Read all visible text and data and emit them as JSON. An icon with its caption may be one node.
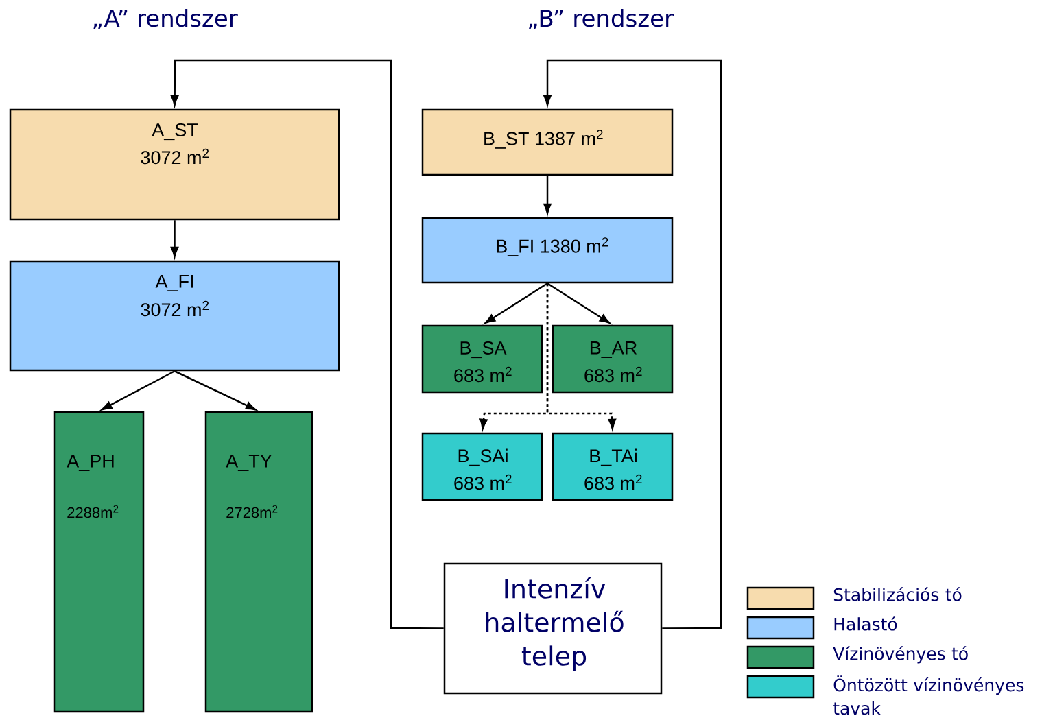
{
  "diagram": {
    "nodes": [
      {
        "text": [
          "A_ST",
          "3072 m$^{2}$"
        ]
      },
      {
        "text": [
          "A_FI",
          "3072 m$^{2}$"
        ]
      },
      {
        "text": [
          "A_PH",
          "2288m$^{2}$"
        ]
      },
      {
        "text": [
          "A_TY",
          "2728m$^{2}$"
        ]
      },
      {
        "text": [
          "B_ST 1387 m$^{2}$"
        ]
      },
      {
        "text": [
          "B_FI 1380 m$^{2}$"
        ]
      },
      {
        "text": [
          "B_SA",
          "683 m$^{2}$"
        ]
      },
      {
        "text": [
          "B_AR",
          "683 m$^{2}$"
        ]
      },
      {
        "text": [
          "B_SAi",
          "683 m$^{2}$"
        ]
      },
      {
        "text": [
          "B_TAi",
          "683 m$^{2}$"
        ]
      },
      {
        "text": [
          "Intenzív haltermelő telep"
        ]
      }
    ],
    "edges": [
      {
        "from": 10,
        "to": 0,
        "arrow": "to"
      },
      {
        "from": 10,
        "to": 4,
        "arrow": "to"
      },
      {
        "from": 0,
        "to": 1,
        "arrow": "to"
      },
      {
        "from": 1,
        "to": 2,
        "arrow": "to"
      },
      {
        "from": 1,
        "to": 3,
        "arrow": "to"
      },
      {
        "from": 4,
        "to": 5,
        "arrow": "to"
      },
      {
        "from": 5,
        "to": 6,
        "arrow": "to"
      },
      {
        "from": 5,
        "to": 7,
        "arrow": "to"
      },
      {
        "from": 5,
        "to": 8,
        "arrow": "to",
        "style": "dashed"
      },
      {
        "from": 5,
        "to": 9,
        "arrow": "to",
        "style": "dashed"
      }
    ],
    "labels": [
      "„A” rendszer",
      "„B” rendszer"
    ],
    "legend": [
      {
        "text": "Stabilizációs tó",
        "color": "#f7dcae"
      },
      {
        "text": "Halastó",
        "color": "#99ccff"
      },
      {
        "text": "Vízinövényes tó",
        "color": "#339966"
      },
      {
        "text": "Öntözött vízinövényes tavak",
        "color": "#33cccc"
      }
    ]
  }
}
